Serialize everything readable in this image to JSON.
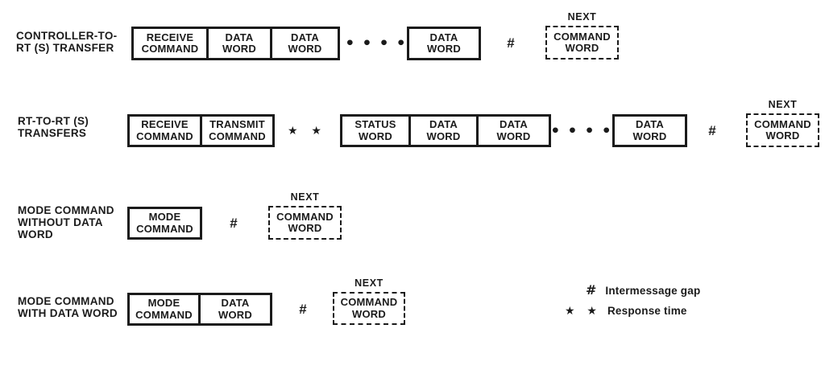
{
  "rows": [
    {
      "label": "CONTROLLER-TO-\nRT (S) TRANSFER",
      "group1": [
        "RECEIVE\nCOMMAND",
        "DATA\nWORD",
        "DATA\nWORD"
      ],
      "ellipsis": "••••",
      "tail_box": "DATA\nWORD",
      "gap_symbol": "#",
      "next_label": "NEXT",
      "next_box": "COMMAND\nWORD"
    },
    {
      "label": "RT-TO-RT (S)\nTRANSFERS",
      "group1": [
        "RECEIVE\nCOMMAND",
        "TRANSMIT\nCOMMAND"
      ],
      "response_symbol": "★ ★",
      "group2": [
        "STATUS\nWORD",
        "DATA\nWORD",
        "DATA\nWORD"
      ],
      "ellipsis": "••••",
      "tail_box": "DATA\nWORD",
      "gap_symbol": "#",
      "next_label": "NEXT",
      "next_box": "COMMAND\nWORD"
    },
    {
      "label": "MODE COMMAND\nWITHOUT DATA\nWORD",
      "group1": [
        "MODE\nCOMMAND"
      ],
      "gap_symbol": "#",
      "next_label": "NEXT",
      "next_box": "COMMAND\nWORD"
    },
    {
      "label": "MODE COMMAND\nWITH DATA WORD",
      "group1": [
        "MODE\nCOMMAND",
        "DATA\nWORD"
      ],
      "gap_symbol": "#",
      "next_label": "NEXT",
      "next_box": "COMMAND\nWORD"
    }
  ],
  "legend": {
    "gap_symbol": "#",
    "gap_label": "Intermessage gap",
    "response_symbol": "★ ★",
    "response_label": "Response time"
  },
  "colors": {
    "ink": "#1b1b1b",
    "background": "#ffffff"
  }
}
